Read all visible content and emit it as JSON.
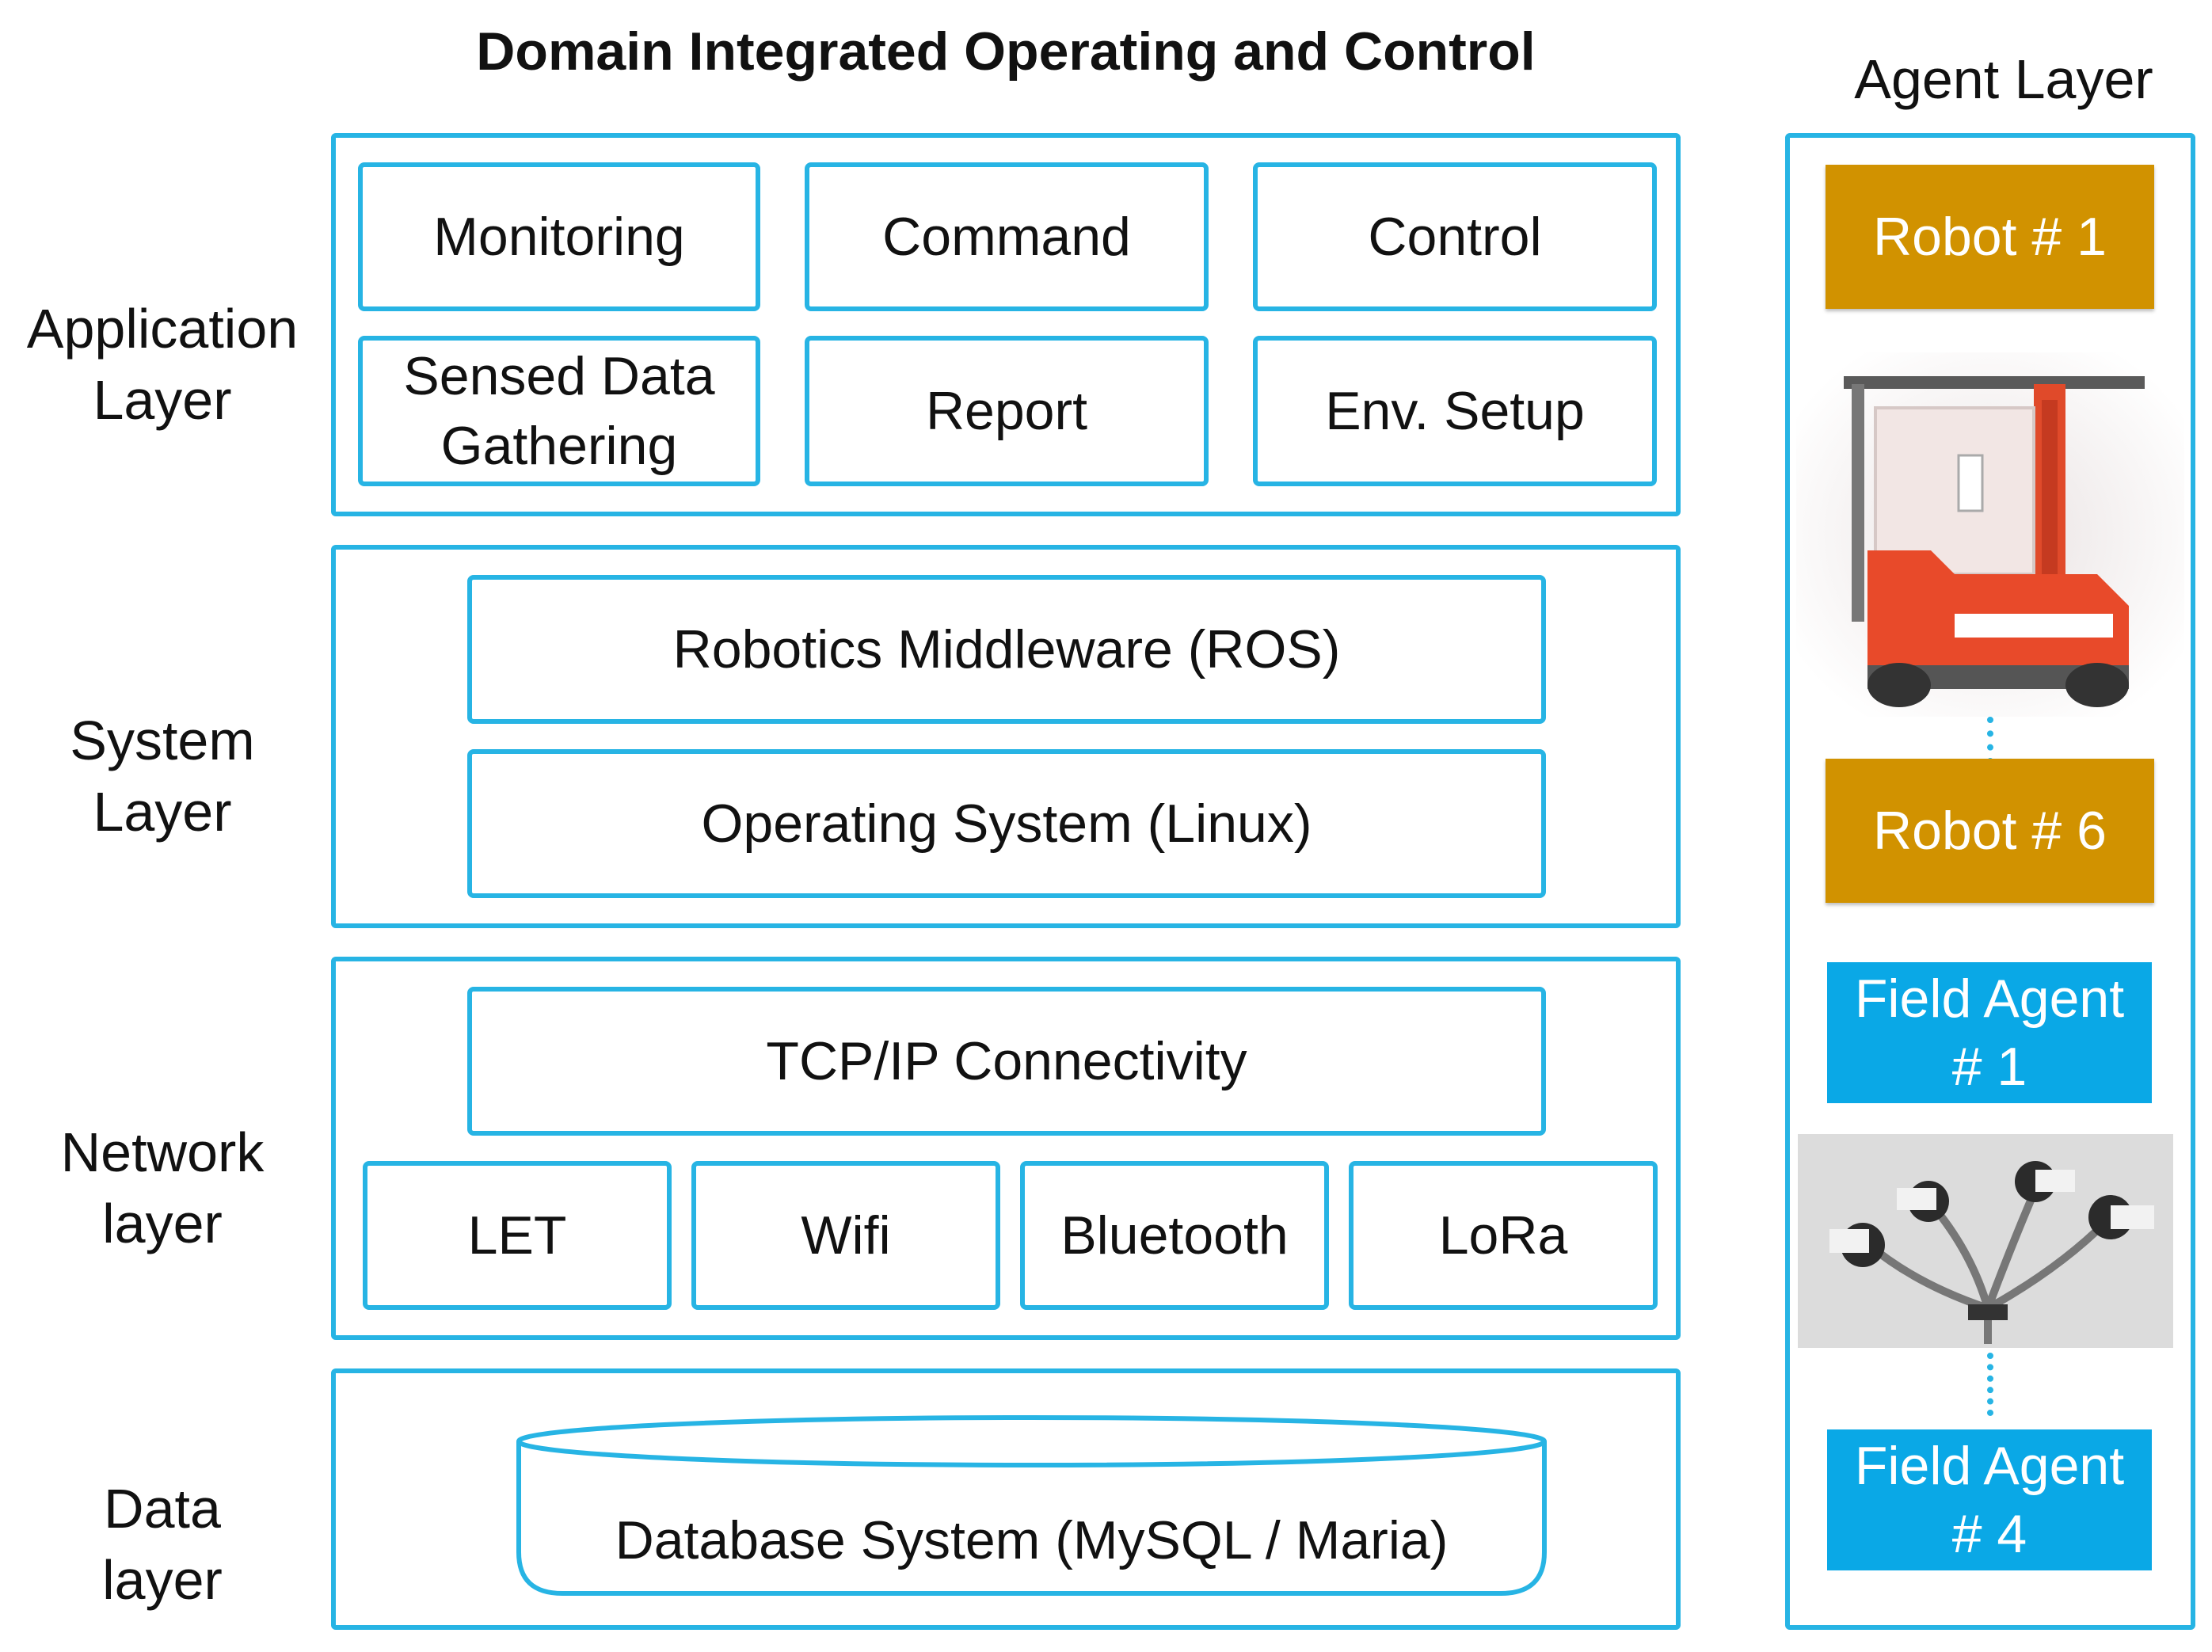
{
  "title": "Domain Integrated Operating and Control",
  "agent_layer": {
    "title": "Agent Layer",
    "robot_first": "Robot # 1",
    "robot_last": "Robot # 6",
    "field_first": "Field Agent\n# 1",
    "field_last": "Field Agent\n# 4"
  },
  "layers": {
    "application": {
      "label": "Application\nLayer",
      "boxes": [
        "Monitoring",
        "Command",
        "Control",
        "Sensed Data\nGathering",
        "Report",
        "Env. Setup"
      ]
    },
    "system": {
      "label": "System\nLayer",
      "boxes": [
        "Robotics Middleware (ROS)",
        "Operating System (Linux)"
      ]
    },
    "network": {
      "label": "Network\nlayer",
      "connectivity": "TCP/IP Connectivity",
      "protocols": [
        "LET",
        "Wifi",
        "Bluetooth",
        "LoRa"
      ]
    },
    "data": {
      "label": "Data\nlayer",
      "database": "Database System (MySQL / Maria)"
    }
  },
  "colors": {
    "border": "#27b4e4",
    "robot": "#d19200",
    "field_agent": "#0aa8e6"
  },
  "icons": [
    "robot-image",
    "camera-cluster-image"
  ]
}
